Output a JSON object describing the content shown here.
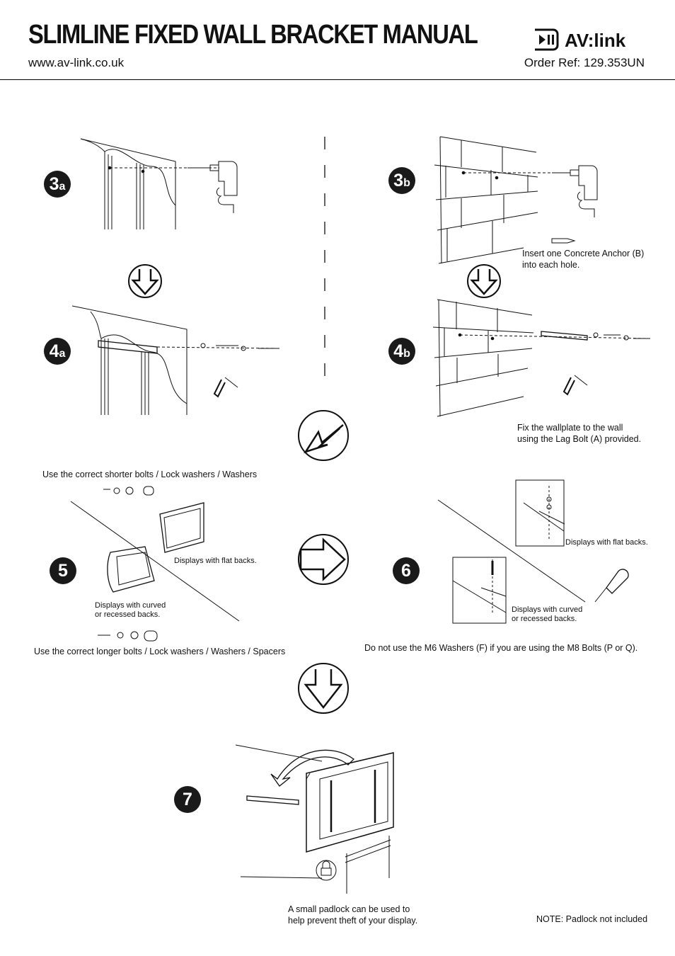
{
  "header": {
    "title": "SLIMLINE FIXED WALL BRACKET MANUAL",
    "url": "www.av-link.co.uk",
    "brand": "AV:link",
    "order_ref": "Order Ref: 129.353UN"
  },
  "steps": {
    "s3a": {
      "num": "3",
      "sub": "a"
    },
    "s3b": {
      "num": "3",
      "sub": "b"
    },
    "s4a": {
      "num": "4",
      "sub": "a"
    },
    "s4b": {
      "num": "4",
      "sub": "b"
    },
    "s5": {
      "num": "5"
    },
    "s6": {
      "num": "6"
    },
    "s7": {
      "num": "7"
    }
  },
  "notes": {
    "anchor": "Insert one Concrete Anchor (B)\ninto each hole.",
    "wallplate": "Fix the wallplate to the wall\nusing the Lag Bolt (A) provided.",
    "shorter": "Use the correct shorter bolts / Lock washers / Washers",
    "flat5": "Displays with flat backs.",
    "curved5": "Displays with curved\nor recessed backs.",
    "longer": "Use the correct longer bolts / Lock washers / Washers / Spacers",
    "flat6": "Displays with flat backs.",
    "curved6": "Displays with curved\nor recessed backs.",
    "m6": "Do not use the M6 Washers (F) if you are using the M8 Bolts (P or Q).",
    "padlock": "A small padlock can be used to\nhelp prevent theft of your display.",
    "padlock_note": "NOTE: Padlock not included"
  },
  "icons": [
    "play-pause-logo-icon",
    "down-arrow-icon",
    "diagonal-arrow-icon",
    "right-arrow-icon",
    "drill-icon",
    "hammer-icon",
    "screwdriver-icon",
    "padlock-icon"
  ]
}
